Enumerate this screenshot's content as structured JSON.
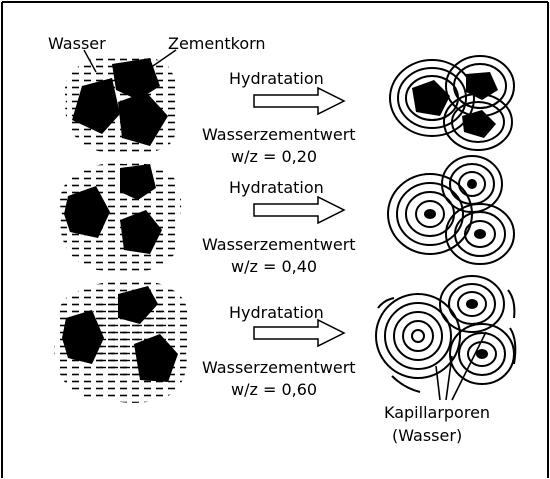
{
  "labels": {
    "wasser": "Wasser",
    "zementkorn": "Zementkorn",
    "kapillarporen": "Kapillarporen",
    "kapillarporen_sub": "(Wasser)"
  },
  "rows": [
    {
      "process": "Hydratation",
      "ratio_title": "Wasserzementwert",
      "ratio_value": "w/z = 0,20"
    },
    {
      "process": "Hydratation",
      "ratio_title": "Wasserzementwert",
      "ratio_value": "w/z = 0,40"
    },
    {
      "process": "Hydratation",
      "ratio_title": "Wasserzementwert",
      "ratio_value": "w/z = 0,60"
    }
  ],
  "colors": {
    "ink": "#000000",
    "background": "#ffffff"
  }
}
